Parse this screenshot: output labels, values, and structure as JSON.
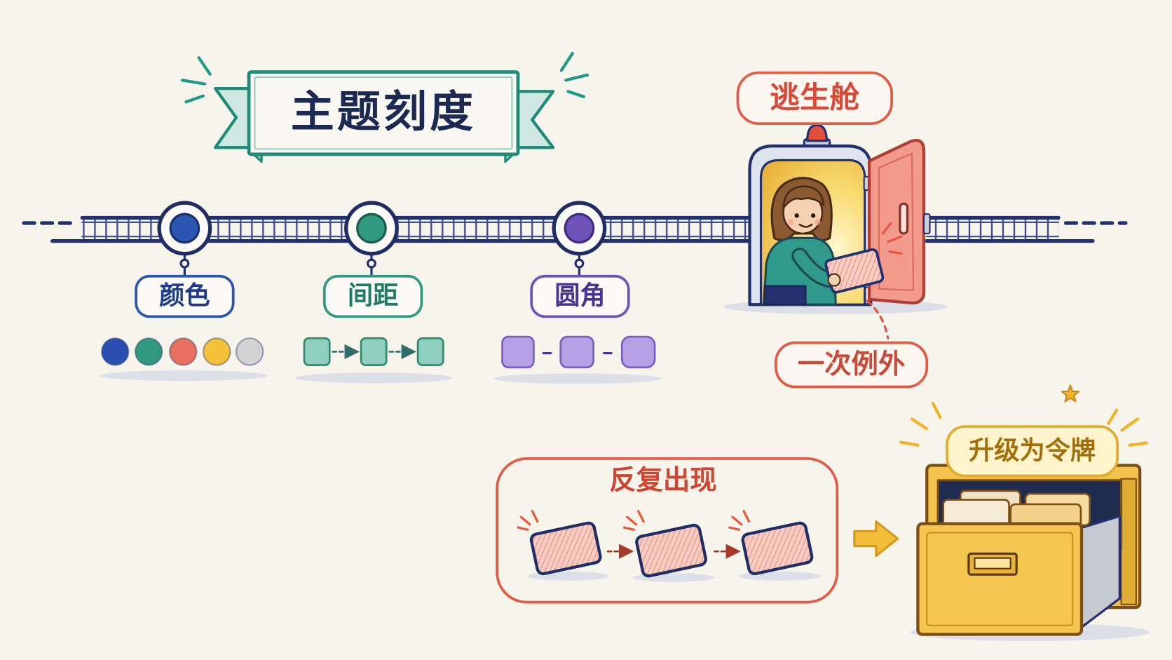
{
  "title": "主题刻度",
  "theme_scale": {
    "items": [
      {
        "label": "颜色",
        "color": "#2a55b0"
      },
      {
        "label": "间距",
        "color": "#2f9a80"
      },
      {
        "label": "圆角",
        "color": "#6f52b8"
      }
    ]
  },
  "color_swatches": [
    "#2a4fb0",
    "#2f9a7f",
    "#e8705e",
    "#f3c23a",
    "#d2d2d2"
  ],
  "escape_hatch": {
    "label": "逃生舱",
    "note": "一次例外"
  },
  "recurring": {
    "label": "反复出现"
  },
  "token": {
    "label": "升级为令牌"
  }
}
